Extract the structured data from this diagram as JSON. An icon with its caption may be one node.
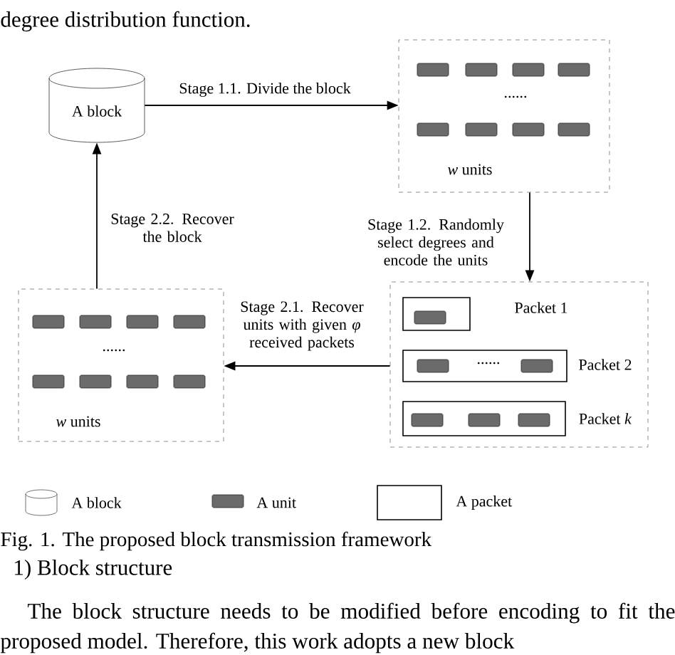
{
  "diagram": {
    "caption": "Fig. 1. The proposed block transmission framework",
    "nodes": [
      {
        "text": [
          "A block"
        ]
      },
      {
        "text": [
          "......",
          "*w* units"
        ]
      },
      {
        "text": [],
        "shape": "box"
      },
      {
        "text": [
          "Packet 1"
        ],
        "in": 2
      },
      {
        "text": [
          "......",
          "Packet 2"
        ],
        "in": 2
      },
      {
        "text": [
          "Packet *k*"
        ],
        "in": 2
      },
      {
        "text": [
          "......",
          "*w* units"
        ]
      }
    ],
    "edges": [
      {
        "from": 0,
        "to": 1,
        "arrow": "to",
        "label": "Stage 1.1. Divide the block"
      },
      {
        "from": 1,
        "to": 2,
        "arrow": "to",
        "label": "Stage 1.2. Randomly select degrees and encode the units"
      },
      {
        "from": 2,
        "to": 6,
        "arrow": "to",
        "label": "Stage 2.1. Recover units with given *φ* received packets"
      },
      {
        "from": 6,
        "to": 0,
        "arrow": "to",
        "label": "Stage 2.2. Recover the block"
      }
    ],
    "labels": [
      "degree distribution function.",
      "1) Block structure",
      "The block structure needs to be modified before encoding to fit the proposed model. Therefore, this work adopts a new block"
    ],
    "legend": [
      {
        "text": "A block"
      },
      {
        "text": "A unit"
      },
      {
        "text": "A packet"
      }
    ]
  }
}
